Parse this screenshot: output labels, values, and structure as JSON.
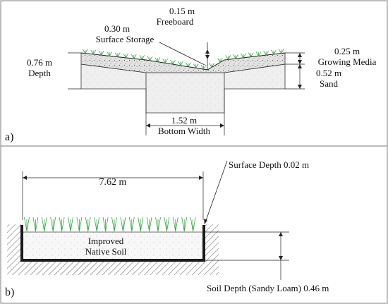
{
  "panel_a": {
    "letter": "a)",
    "freeboard_value": "0.15 m",
    "freeboard_label": "Freeboard",
    "surface_storage_value": "0.30 m",
    "surface_storage_label": "Surface Storage",
    "depth_value": "0.76 m",
    "depth_label": "Depth",
    "growing_media_value": "0.25 m",
    "growing_media_label": "Growing Media",
    "sand_value": "0.52 m",
    "sand_label": "Sand",
    "bottom_width_value": "1.52 m",
    "bottom_width_label": "Bottom Width"
  },
  "panel_b": {
    "letter": "b)",
    "width_value": "7.62 m",
    "surface_depth_label": "Surface Depth 0.02 m",
    "soil_label_line1": "Improved",
    "soil_label_line2": "Native Soil",
    "soil_depth_label": "Soil Depth (Sandy Loam) 0.46 m"
  },
  "colors": {
    "grass": "#3aa845",
    "liner": "#1a1a1a",
    "sand_fill": "#ececec",
    "media_fill": "#d6d6d6"
  }
}
